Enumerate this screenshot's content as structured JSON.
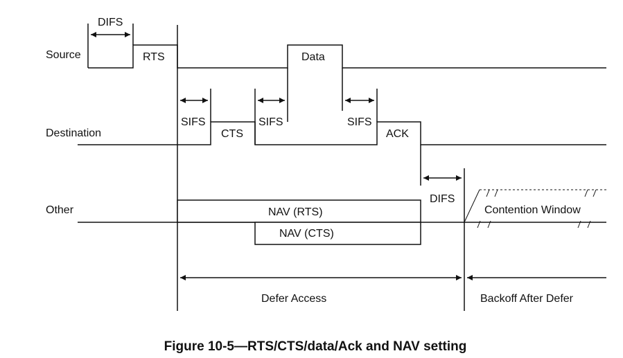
{
  "rows": {
    "source": "Source",
    "destination": "Destination",
    "other": "Other"
  },
  "frames": {
    "rts": "RTS",
    "cts": "CTS",
    "data": "Data",
    "ack": "ACK",
    "nav_rts": "NAV (RTS)",
    "nav_cts": "NAV (CTS)",
    "contention_window": "Contention Window"
  },
  "intervals": {
    "difs_source": "DIFS",
    "sifs_1": "SIFS",
    "sifs_2": "SIFS",
    "sifs_3": "SIFS",
    "difs_other": "DIFS"
  },
  "ranges": {
    "defer_access": "Defer Access",
    "backoff_after_defer": "Backoff After Defer"
  },
  "caption": "Figure 10-5—RTS/CTS/data/Ack and NAV setting"
}
